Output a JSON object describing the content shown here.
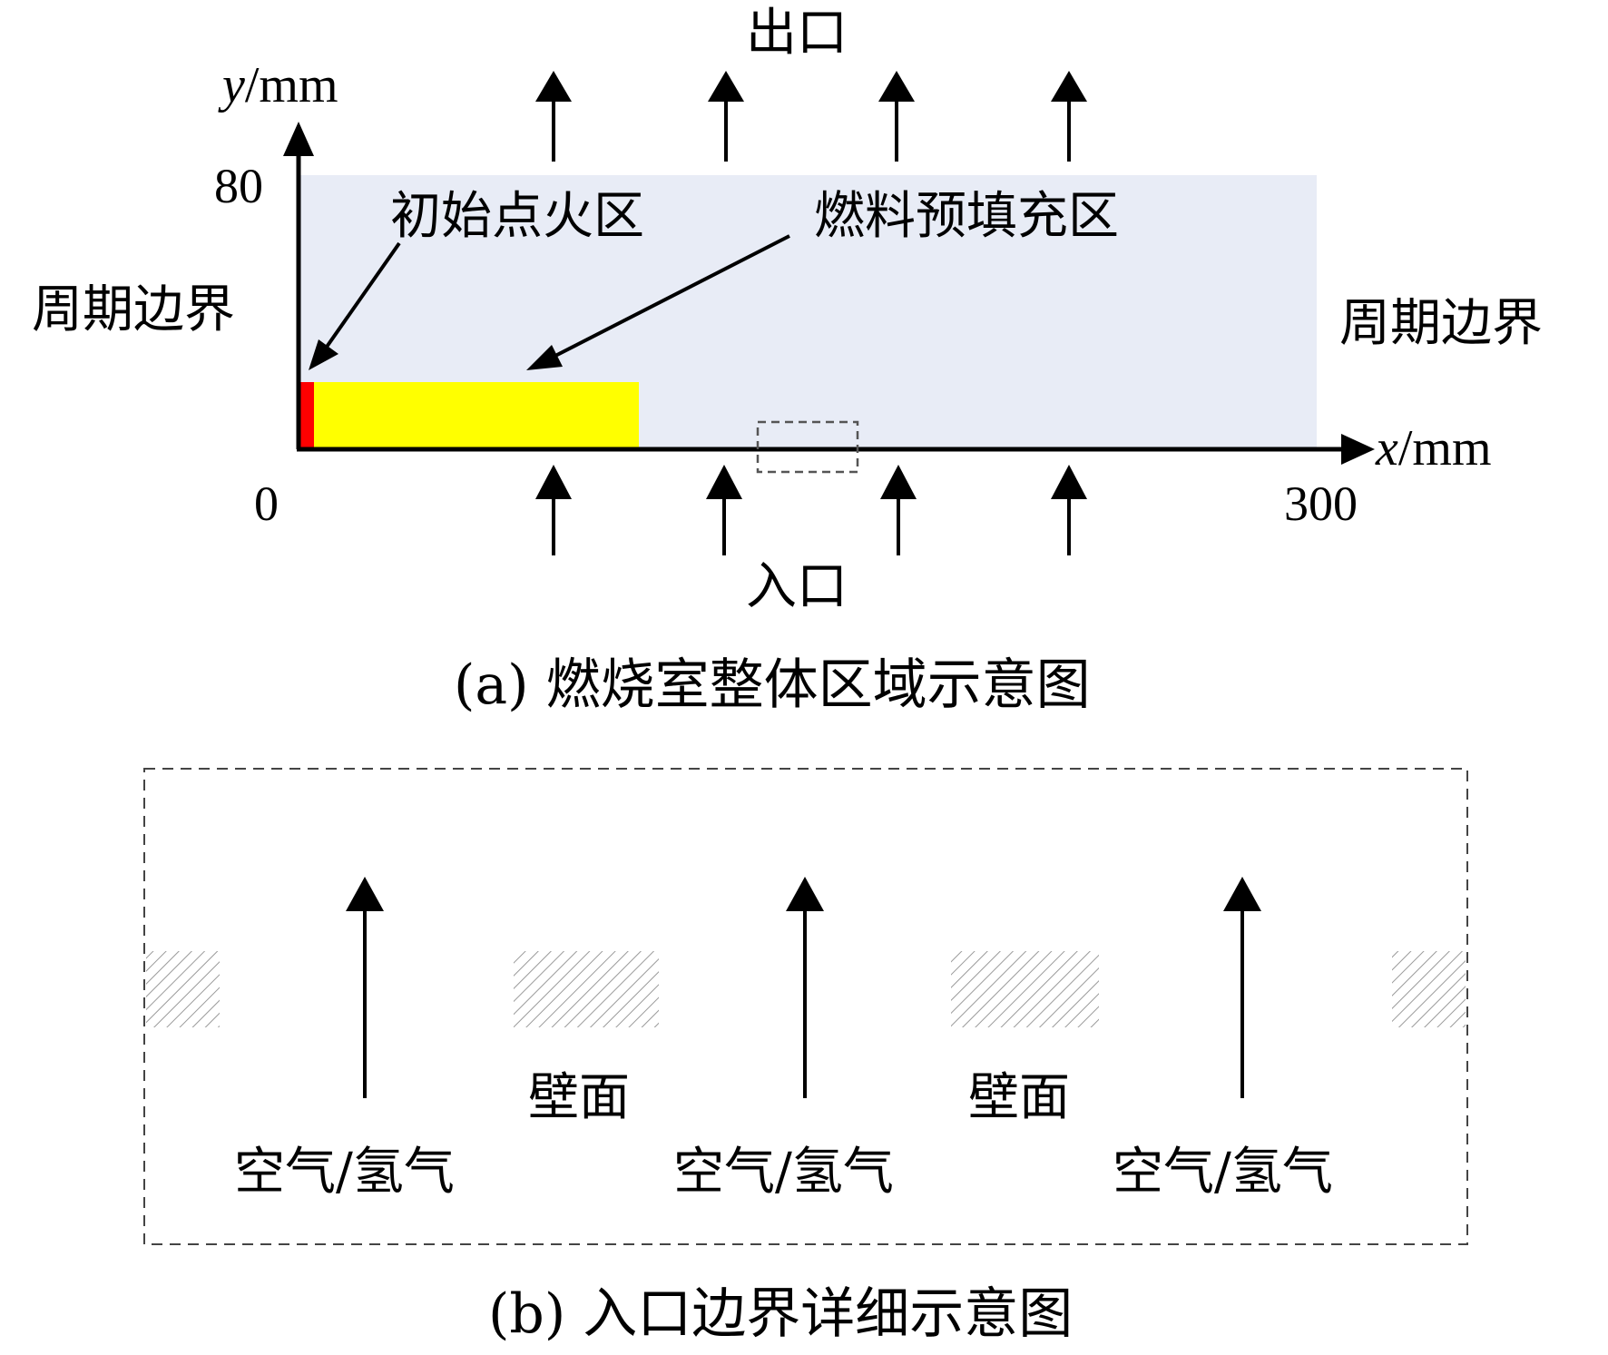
{
  "panel_a": {
    "caption": "(a) 燃烧室整体区域示意图",
    "outlet_label": "出口",
    "inlet_label": "入口",
    "periodic_left": "周期边界",
    "periodic_right": "周期边界",
    "ignition_label": "初始点火区",
    "fuel_label": "燃料预填充区",
    "x_axis_var": "x",
    "x_axis_unit": "/mm",
    "y_axis_var": "y",
    "y_axis_unit": "/mm",
    "x_tick_min": "0",
    "x_tick_max": "300",
    "y_tick_max": "80",
    "x_range_mm": [
      0,
      300
    ],
    "y_range_mm": [
      0,
      80
    ],
    "colors": {
      "domain": "#e8ecf6",
      "fuel_zone": "#ffff00",
      "ignition_zone": "#ff0000"
    }
  },
  "panel_b": {
    "caption": "(b) 入口边界详细示意图",
    "wall_labels": [
      "壁面",
      "壁面"
    ],
    "gas_labels": [
      "空气/氢气",
      "空气/氢气",
      "空气/氢气"
    ]
  }
}
